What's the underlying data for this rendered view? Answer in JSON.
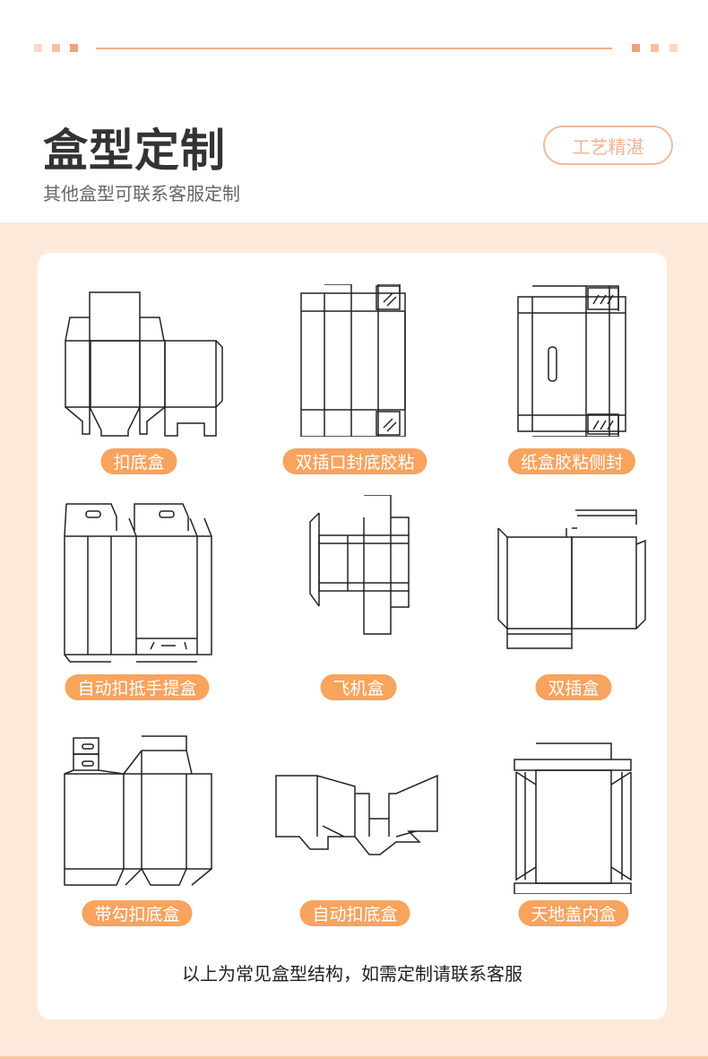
{
  "header": {
    "title": "盒型定制",
    "subtitle": "其他盒型可联系客服定制",
    "badge": "工艺精湛"
  },
  "colors": {
    "accent": "#f8a35e",
    "background": "#fde9da",
    "badge_border": "#f2b99b"
  },
  "boxes": [
    {
      "label": "扣底盒"
    },
    {
      "label": "双插口封底胶粘"
    },
    {
      "label": "纸盒胶粘侧封"
    },
    {
      "label": "自动扣抵手提盒"
    },
    {
      "label": "飞机盒"
    },
    {
      "label": "双插盒"
    },
    {
      "label": "带勾扣底盒"
    },
    {
      "label": "自动扣底盒"
    },
    {
      "label": "天地盖内盒"
    }
  ],
  "footer": "以上为常见盒型结构，如需定制请联系客服"
}
